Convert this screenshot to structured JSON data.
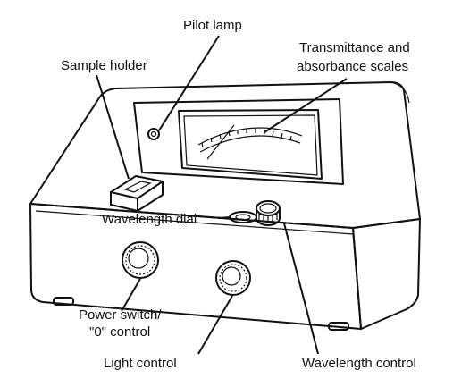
{
  "labels": {
    "pilot_lamp": "Pilot lamp",
    "scales_line1": "Transmittance and",
    "scales_line2": "absorbance scales",
    "sample_holder": "Sample holder",
    "wavelength_dial": "Wavelength dial",
    "power_line1": "Power switch/",
    "power_line2": "\"0\" control",
    "light_control": "Light control",
    "wavelength_control": "Wavelength control"
  },
  "colors": {
    "ink": "#111111",
    "background": "#ffffff"
  }
}
